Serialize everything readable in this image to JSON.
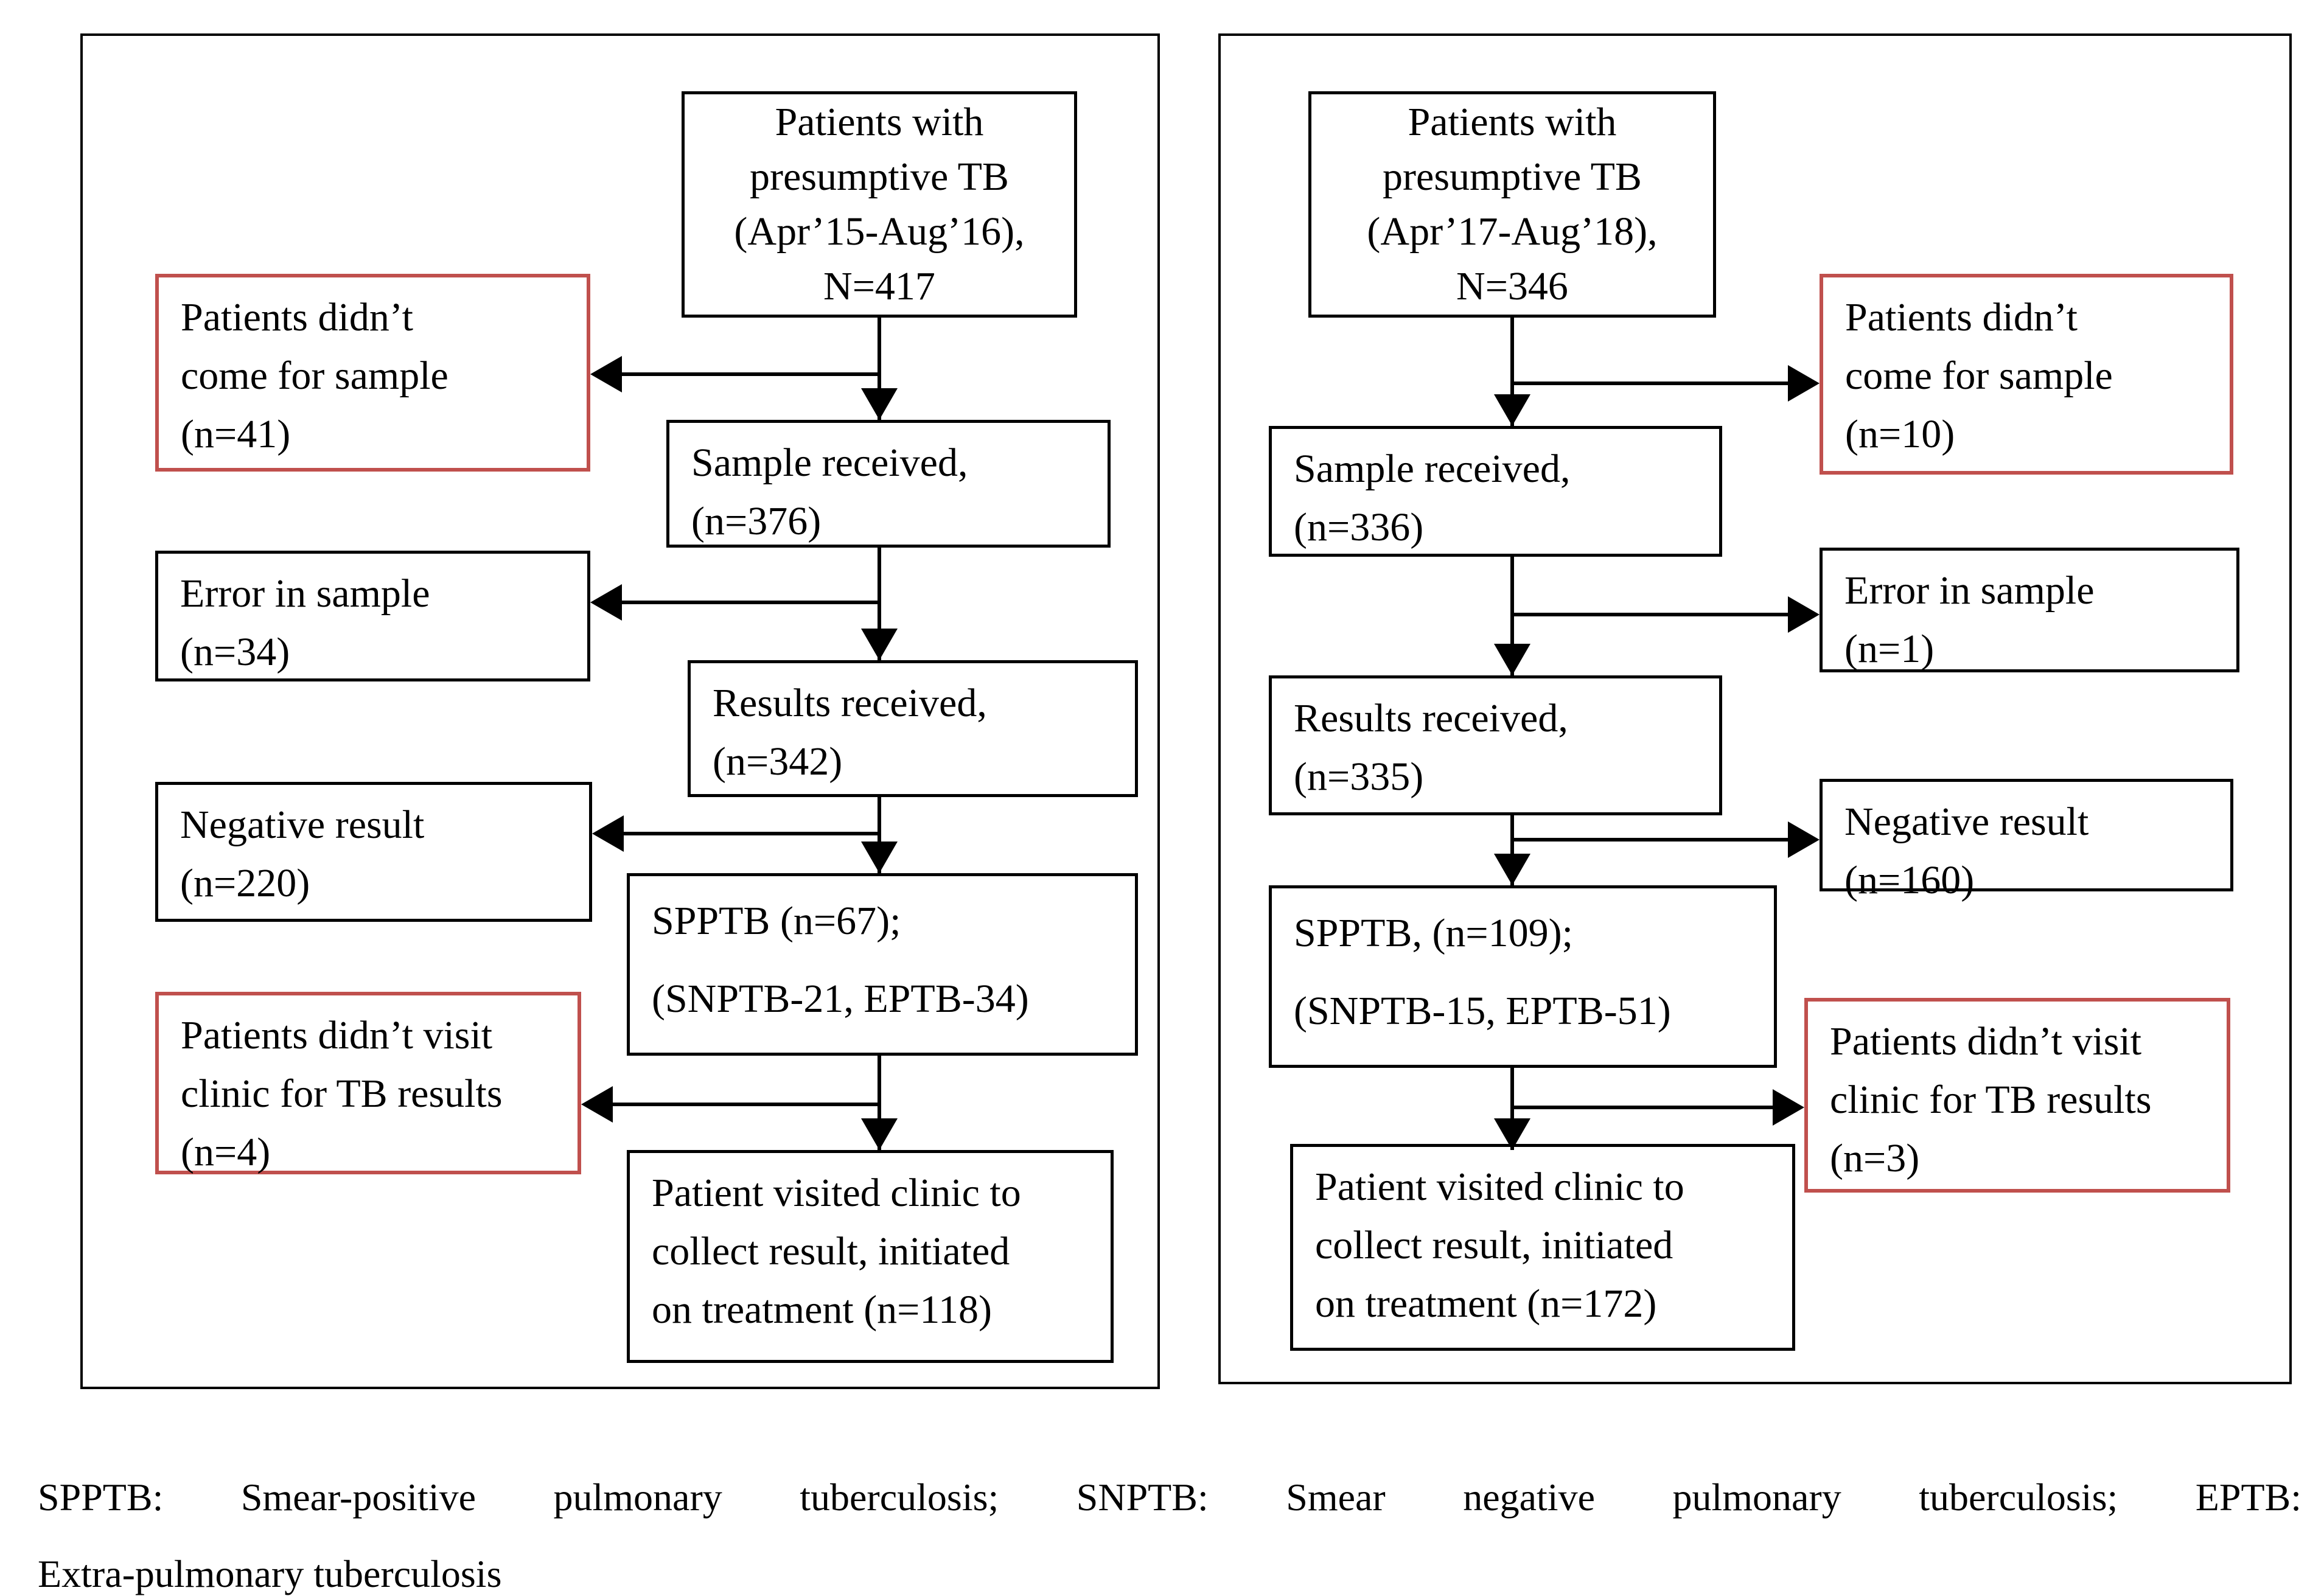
{
  "figure": {
    "colors": {
      "flow_line": "#000000",
      "dropout_box_border": "#c0504d",
      "box_border": "#000000"
    },
    "panels": [
      {
        "label": "cohort-apr15-aug16",
        "boxes": {
          "presumptive": {
            "lines": [
              "Patients with",
              "presumptive TB",
              "(Apr’15-Aug’16),",
              "N=417"
            ]
          },
          "no_sample": {
            "lines": [
              "Patients didn’t",
              "come for sample",
              "(n=41)"
            ]
          },
          "sample": {
            "lines": [
              "Sample received,",
              "(n=376)"
            ]
          },
          "error": {
            "lines": [
              "Error in sample",
              "(n=34)"
            ]
          },
          "results": {
            "lines": [
              "Results received,",
              "(n=342)"
            ]
          },
          "negative": {
            "lines": [
              "Negative result",
              "(n=220)"
            ]
          },
          "spptb": {
            "lines": [
              "SPPTB (n=67);",
              "(SNPTB-21, EPTB-34)"
            ]
          },
          "no_visit": {
            "lines": [
              "Patients didn’t visit",
              "clinic for TB results",
              "(n=4)"
            ]
          },
          "treated": {
            "lines": [
              "Patient visited clinic to",
              "collect result, initiated",
              "on treatment (n=118)"
            ]
          }
        }
      },
      {
        "label": "cohort-apr17-aug18",
        "boxes": {
          "presumptive": {
            "lines": [
              "Patients with",
              "presumptive TB",
              "(Apr’17-Aug’18),",
              "N=346"
            ]
          },
          "no_sample": {
            "lines": [
              "Patients didn’t",
              "come for sample",
              "(n=10)"
            ]
          },
          "sample": {
            "lines": [
              "Sample received,",
              "(n=336)"
            ]
          },
          "error": {
            "lines": [
              "Error in sample",
              "(n=1)"
            ]
          },
          "results": {
            "lines": [
              "Results received,",
              "(n=335)"
            ]
          },
          "negative": {
            "lines": [
              "Negative result",
              "(n=160)"
            ]
          },
          "spptb": {
            "lines": [
              "SPPTB, (n=109);",
              "(SNPTB-15, EPTB-51)"
            ]
          },
          "no_visit": {
            "lines": [
              "Patients didn’t visit",
              "clinic for TB results",
              "(n=3)"
            ]
          },
          "treated": {
            "lines": [
              "Patient visited clinic to",
              "collect result, initiated",
              "on treatment (n=172)"
            ]
          }
        }
      }
    ],
    "caption": {
      "line1": "SPPTB:  Smear-positive  pulmonary  tuberculosis;  SNPTB:  Smear  negative  pulmonary  tuberculosis;  EPTB:",
      "line2": "Extra-pulmonary tuberculosis"
    }
  }
}
